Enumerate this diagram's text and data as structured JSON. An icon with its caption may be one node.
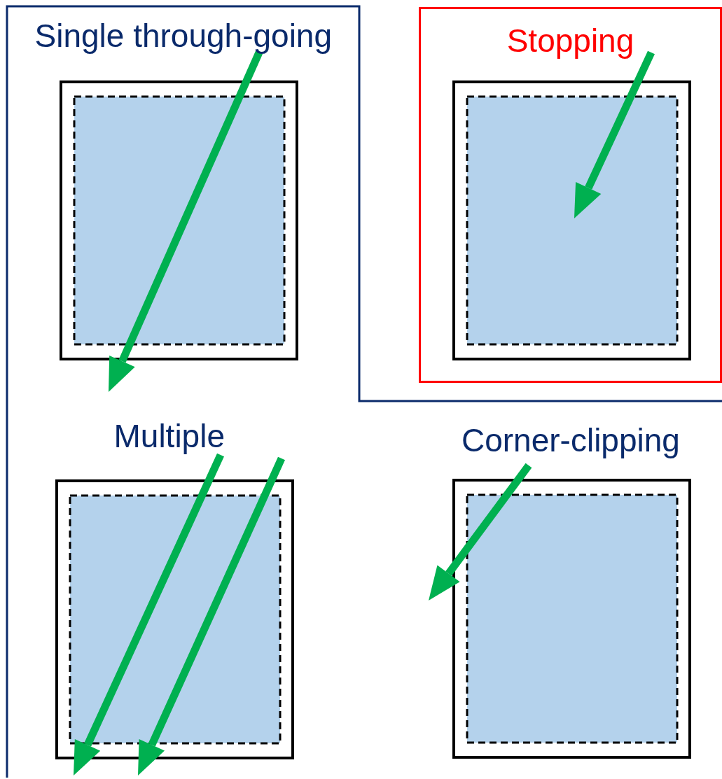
{
  "diagram": {
    "nodes": [
      {
        "text": [
          "Stopping"
        ]
      }
    ],
    "labels": [
      "Single through-going",
      "Multiple",
      "Corner-clipping"
    ]
  }
}
